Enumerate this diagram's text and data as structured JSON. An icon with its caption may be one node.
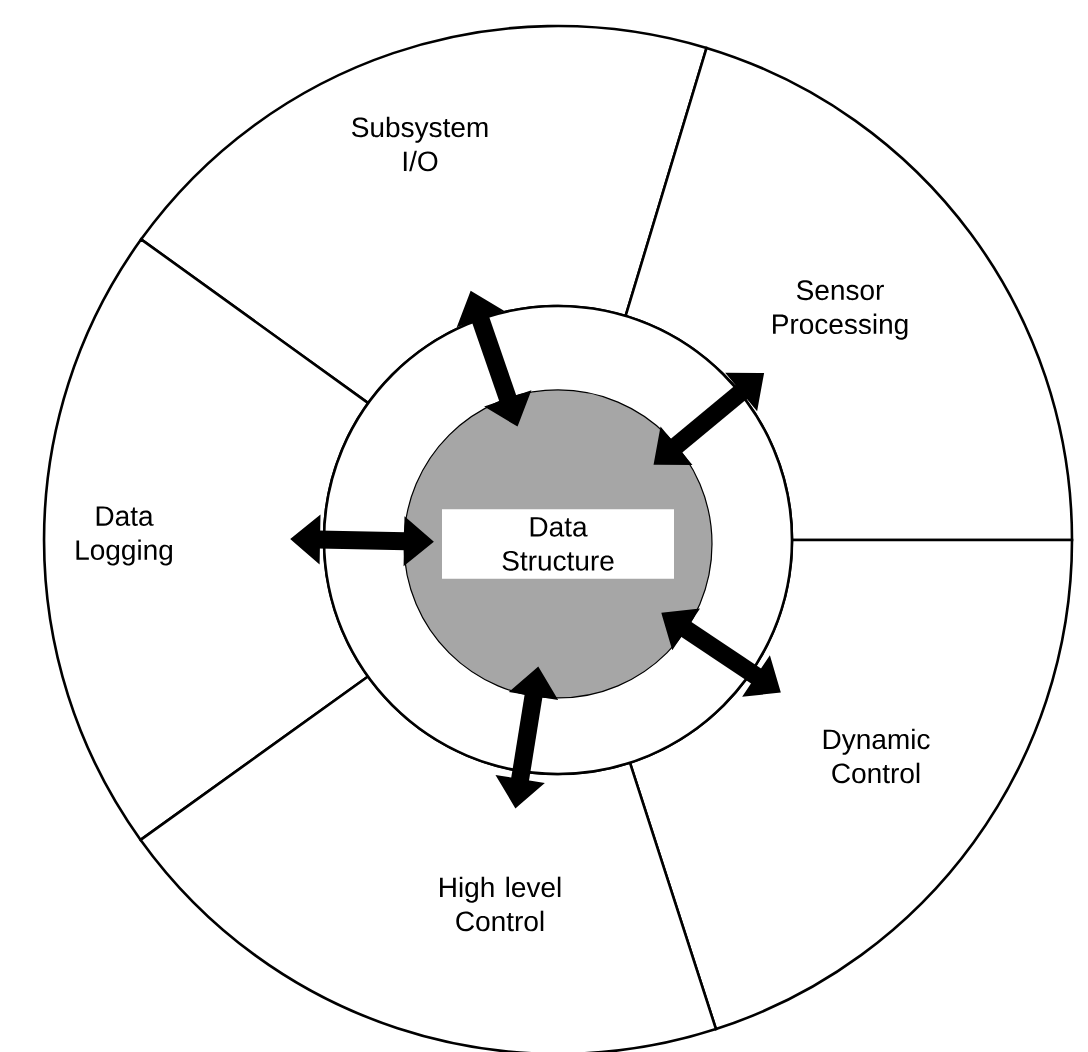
{
  "diagram": {
    "nodes": [
      {
        "text": [
          "Subsystem I/O"
        ]
      },
      {
        "text": [
          "Sensor Processing"
        ]
      },
      {
        "text": [
          "Data Logging"
        ]
      },
      {
        "text": [
          "Data Structure"
        ]
      },
      {
        "text": [
          "Dynamic Control"
        ]
      },
      {
        "text": [
          "High level Control"
        ]
      }
    ],
    "edges": [
      {
        "from": 3,
        "to": 0,
        "arrow": "both"
      },
      {
        "from": 3,
        "to": 1,
        "arrow": "both"
      },
      {
        "from": 3,
        "to": 2,
        "arrow": "both"
      },
      {
        "from": 3,
        "to": 4,
        "arrow": "both"
      },
      {
        "from": 3,
        "to": 5,
        "arrow": "both"
      }
    ]
  }
}
